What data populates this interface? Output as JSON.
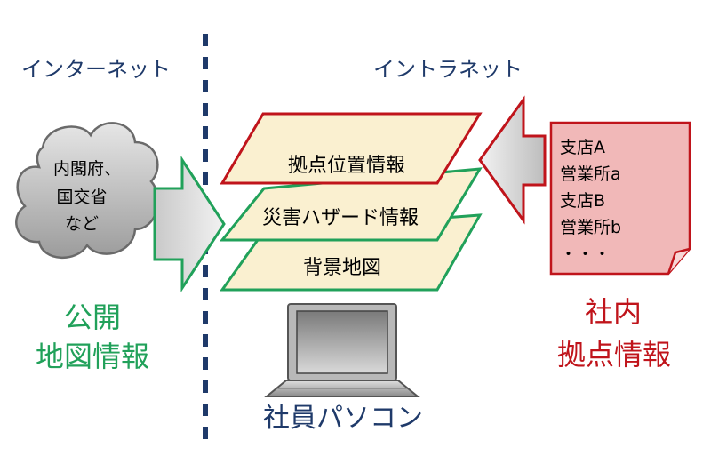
{
  "labels": {
    "internet": "インターネット",
    "intranet": "イントラネット",
    "cloud_line1": "内閣府、",
    "cloud_line2": "国交省",
    "cloud_line3": "など",
    "public_line1": "公開",
    "public_line2": "地図情報",
    "internal_line1": "社内",
    "internal_line2": "拠点情報",
    "pc_label": "社員パソコン"
  },
  "layers": {
    "top": "拠点位置情報",
    "middle": "災害ハザード情報",
    "bottom": "背景地図"
  },
  "document_lines": [
    "支店A",
    "営業所a",
    "支店B",
    "営業所b",
    "・・・"
  ],
  "colors": {
    "navy": "#1f3a6a",
    "green": "#21a15a",
    "red": "#c0141b",
    "layer_fill": "#faf0d0",
    "doc_fill": "#f1b8b8",
    "grey": "#a9a9a9"
  }
}
